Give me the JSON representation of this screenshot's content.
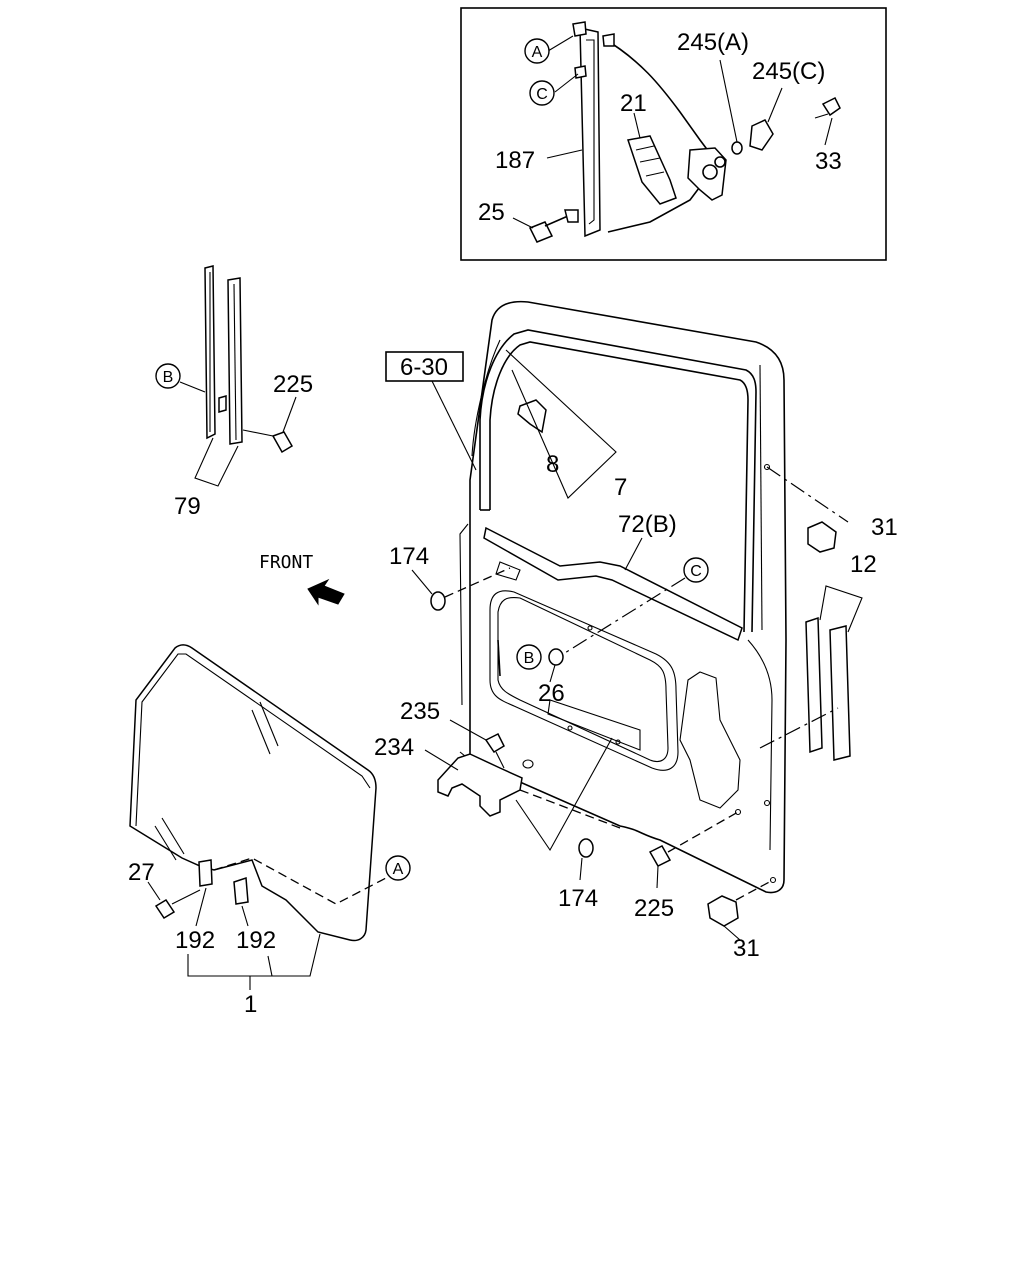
{
  "diagram": {
    "front_label": "FRONT",
    "labels": {
      "p245A": "245(A)",
      "p245C": "245(C)",
      "p21": "21",
      "p187": "187",
      "p33": "33",
      "p25": "25",
      "p225_top": "225",
      "p79": "79",
      "p6_30": "6-30",
      "p8": "8",
      "p7": "7",
      "p31_top": "31",
      "p72B": "72(B)",
      "p12": "12",
      "p174_left": "174",
      "p26": "26",
      "p235": "235",
      "p234": "234",
      "p27": "27",
      "p192_left": "192",
      "p192_right": "192",
      "p1": "1",
      "p174_bottom": "174",
      "p225_bottom": "225",
      "p31_bottom": "31"
    },
    "refs": {
      "inset_a": "A",
      "inset_c": "C",
      "b_left": "B",
      "c_door": "C",
      "b_door": "B",
      "a_glass": "A"
    }
  }
}
